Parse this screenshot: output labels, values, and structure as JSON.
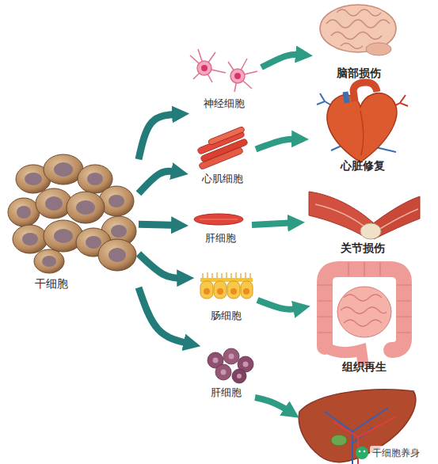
{
  "diagram": {
    "nodes": [
      {
        "text": [
          "干细胞"
        ]
      },
      {
        "text": [
          "神经细胞"
        ]
      },
      {
        "text": [
          "脑部损伤"
        ]
      },
      {
        "text": [
          "心肌细胞"
        ]
      },
      {
        "text": [
          "心脏修复"
        ]
      },
      {
        "text": [
          "肝细胞"
        ]
      },
      {
        "text": [
          "关节损伤"
        ]
      },
      {
        "text": [
          "肠细胞"
        ]
      },
      {
        "text": [
          "组织再生"
        ]
      },
      {
        "text": [
          "肝细胞"
        ]
      }
    ],
    "edges": [
      {
        "from": 0,
        "to": 1,
        "arrow": "to"
      },
      {
        "from": 0,
        "to": 3,
        "arrow": "to"
      },
      {
        "from": 0,
        "to": 5,
        "arrow": "to"
      },
      {
        "from": 0,
        "to": 7,
        "arrow": "to"
      },
      {
        "from": 0,
        "to": 9,
        "arrow": "to"
      },
      {
        "from": 1,
        "to": 2,
        "arrow": "to"
      },
      {
        "from": 3,
        "to": 4,
        "arrow": "to"
      },
      {
        "from": 5,
        "to": 6,
        "arrow": "to"
      },
      {
        "from": 7,
        "to": 8,
        "arrow": "to"
      }
    ],
    "labels": [
      "干细胞养身"
    ]
  }
}
